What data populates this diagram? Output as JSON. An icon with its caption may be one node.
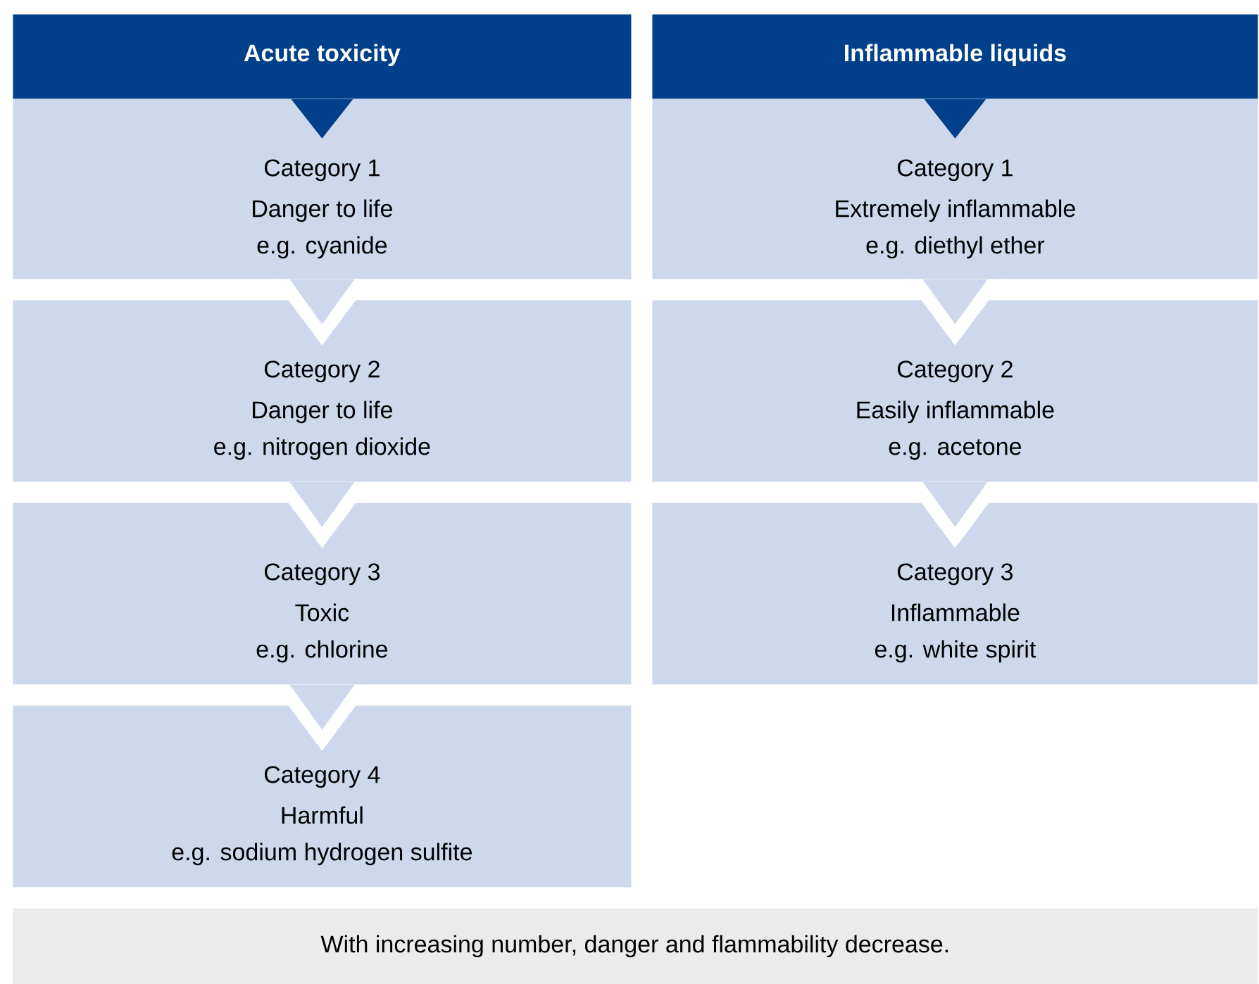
{
  "diagram": {
    "nodes": [
      {
        "text": [
          "Acute toxicity"
        ]
      },
      {
        "text": [
          "Category 1",
          "Danger to life",
          "e.g. cyanide"
        ]
      },
      {
        "text": [
          "Category 2",
          "Danger to life",
          "e.g. nitrogen dioxide"
        ]
      },
      {
        "text": [
          "Category 3",
          "Toxic",
          "e.g. chlorine"
        ]
      },
      {
        "text": [
          "Category 4",
          "Harmful",
          "e.g. sodium hydrogen sulfite"
        ]
      },
      {
        "text": [
          "Inflammable liquids"
        ]
      },
      {
        "text": [
          "Category 1",
          "Extremely inflammable",
          "e.g. diethyl ether"
        ]
      },
      {
        "text": [
          "Category 2",
          "Easily inflammable",
          "e.g. acetone"
        ]
      },
      {
        "text": [
          "Category 3",
          "Inflammable",
          "e.g. white spirit"
        ]
      },
      {
        "text": [
          "With increasing number, danger and flammability decrease."
        ]
      }
    ],
    "edges": [
      {
        "from": 0,
        "to": 1,
        "arrow": "to"
      },
      {
        "from": 1,
        "to": 2,
        "arrow": "to"
      },
      {
        "from": 2,
        "to": 3,
        "arrow": "to"
      },
      {
        "from": 3,
        "to": 4,
        "arrow": "to"
      },
      {
        "from": 5,
        "to": 6,
        "arrow": "to"
      },
      {
        "from": 6,
        "to": 7,
        "arrow": "to"
      },
      {
        "from": 7,
        "to": 8,
        "arrow": "to"
      }
    ]
  }
}
